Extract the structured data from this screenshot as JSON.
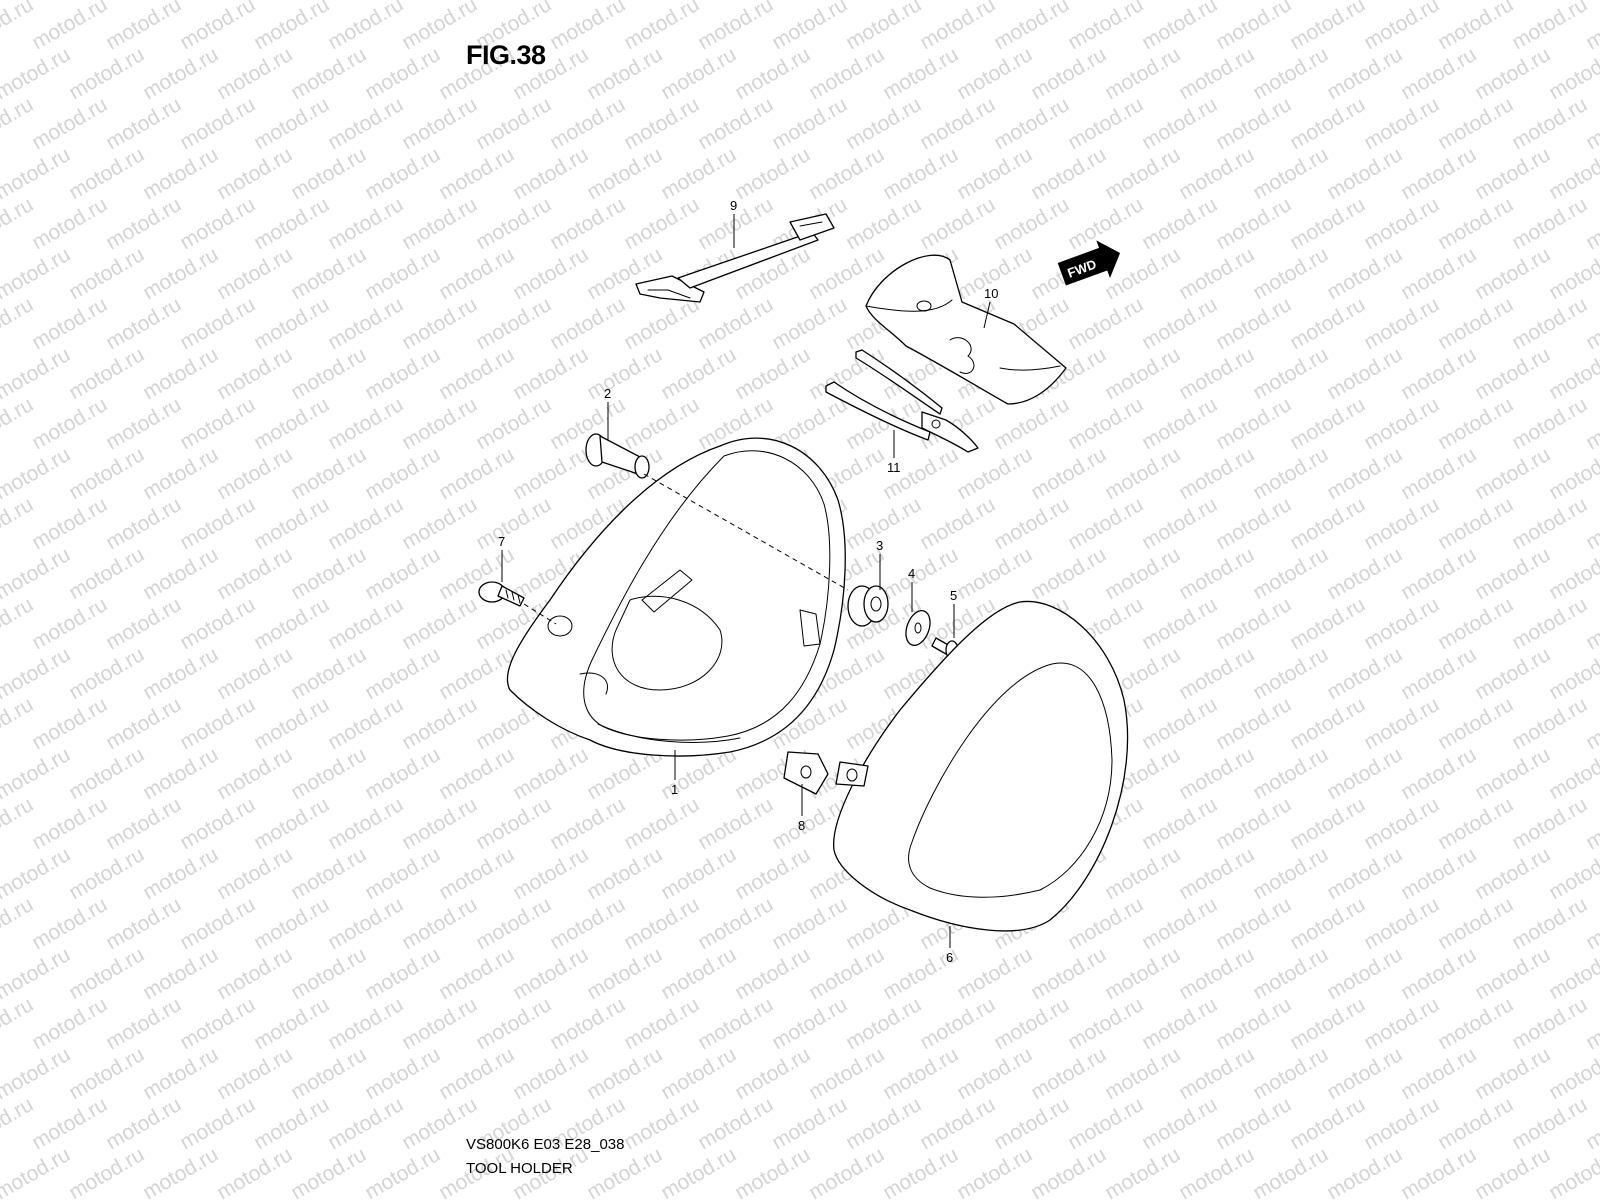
{
  "figure": {
    "title": "FIG.38",
    "model_code": "VS800K6 E03 E28_038",
    "name": "TOOL HOLDER"
  },
  "watermark": {
    "text": "motod.ru",
    "color": "#d4d4d4"
  },
  "direction_badge": {
    "text": "FWD"
  },
  "callouts": {
    "c1": "1",
    "c2": "2",
    "c3": "3",
    "c4": "4",
    "c5": "5",
    "c6": "6",
    "c7": "7",
    "c8": "8",
    "c9": "9",
    "c10": "10",
    "c11": "11"
  }
}
